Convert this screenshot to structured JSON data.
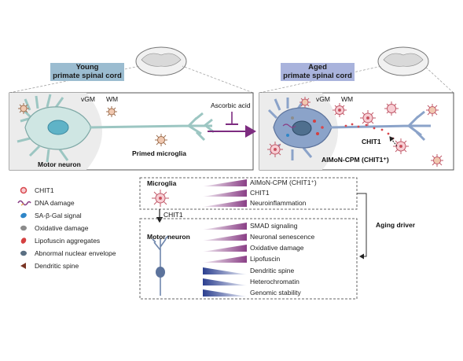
{
  "headers": {
    "young": [
      "Young",
      "primate spinal cord"
    ],
    "aged": [
      "Aged",
      "primate spinal cord"
    ]
  },
  "young_panel": {
    "vgm": "vGM",
    "wm": "WM",
    "motor_neuron": "Motor neuron",
    "primed_microglia": "Primed microglia"
  },
  "aged_panel": {
    "vgm": "vGM",
    "wm": "WM",
    "chit1": "CHIT1",
    "aimon": "AIMoN-CPM (CHIT1⁺)"
  },
  "treatment": "Ascorbic acid",
  "legend": [
    {
      "icon": "chit1-dot-icon",
      "label": "CHIT1",
      "color": "#d8474c"
    },
    {
      "icon": "dna-damage-icon",
      "label": "DNA damage",
      "color": "#8a3f86"
    },
    {
      "icon": "sa-beta-gal-icon",
      "label": "SA-β-Gal signal",
      "color": "#2f86c8"
    },
    {
      "icon": "oxidative-damage-icon",
      "label": "Oxidative damage",
      "color": "#8c8c8c"
    },
    {
      "icon": "lipofuscin-icon",
      "label": "Lipofuscin aggregates",
      "color": "#d44040"
    },
    {
      "icon": "nuclear-envelope-icon",
      "label": "Abnormal nuclear envelope",
      "color": "#5a6f82"
    },
    {
      "icon": "dendritic-spine-icon",
      "label": "Dendritic spine",
      "color": "#7a3524"
    }
  ],
  "microglia_box": {
    "title": "Microglia",
    "items": [
      "AIMoN-CPM (CHIT1⁺)",
      "CHIT1",
      "Neuroinflammation"
    ]
  },
  "chit1_arrow": "CHIT1",
  "motor_box": {
    "title": "Motor neuron",
    "up_items": [
      "SMAD signaling",
      "Neuronal senescence",
      "Oxidative damage",
      "Lipofuscin"
    ],
    "down_items": [
      "Dendritic spine",
      "Heterochromatin",
      "Genomic stability"
    ]
  },
  "aging_driver": "Aging driver",
  "colors": {
    "increase_gradient": "#8a3f86",
    "decrease_gradient": "#2b3f8f",
    "neuron_young": "#cfe6e3",
    "neuron_aged": "#8ba3c9",
    "treatment_arrow": "#7d2c80"
  }
}
